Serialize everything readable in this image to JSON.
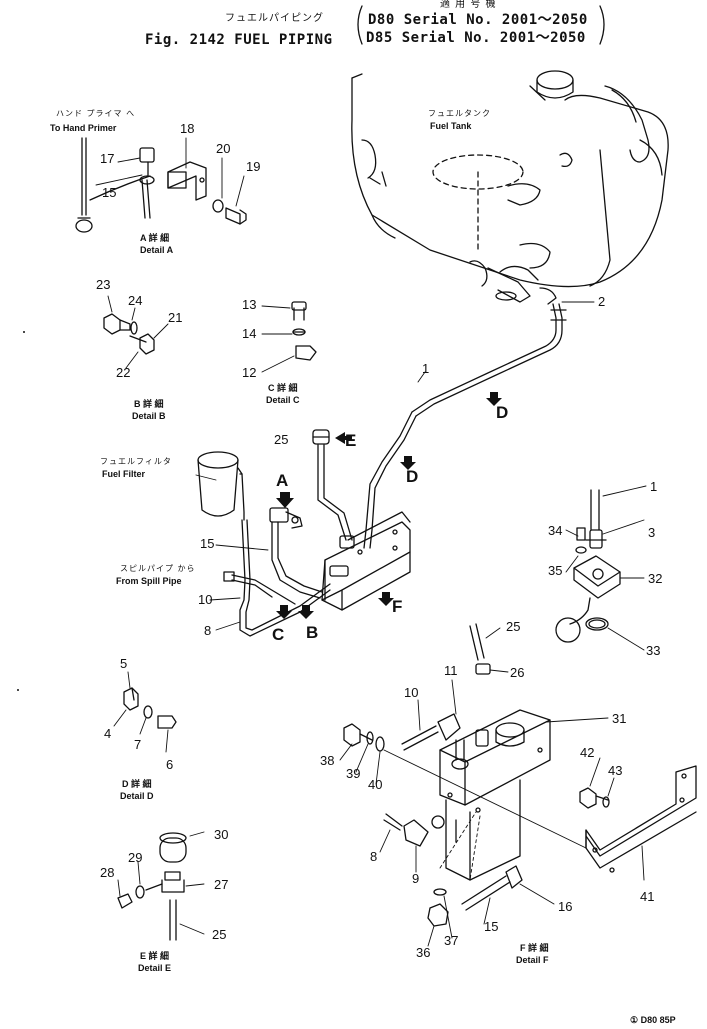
{
  "header": {
    "jp_title": "フュエルパイピング",
    "fig_title": "Fig. 2142  FUEL  PIPING",
    "applicable_jp": "適 用 号 機",
    "serial_d80": "D80  Serial  No.  2001～2050",
    "serial_d85": "D85  Serial  No.  2001～2050"
  },
  "labels": {
    "hand_primer_jp": "ハンド プライマ へ",
    "hand_primer_en": "To Hand  Primer",
    "fuel_tank_jp": "フュエルタンク",
    "fuel_tank_en": "Fuel  Tank",
    "fuel_filter_jp": "フュエルフィルタ",
    "fuel_filter_en": "Fuel  Filter",
    "spill_pipe_jp": "スピルパイプ から",
    "spill_pipe_en": "From  Spill  Pipe"
  },
  "details": {
    "a": {
      "jp": "A  詳  細",
      "en": "Detail  A"
    },
    "b": {
      "jp": "B  詳  細",
      "en": "Detail  B"
    },
    "c": {
      "jp": "C  詳  細",
      "en": "Detail  C"
    },
    "d": {
      "jp": "D  詳  細",
      "en": "Detail  D"
    },
    "e": {
      "jp": "E  詳  細",
      "en": "Detail  E"
    },
    "f": {
      "jp": "F  詳  細",
      "en": "Detail  F"
    }
  },
  "view_letters": {
    "a": "A",
    "b": "B",
    "c": "C",
    "d1": "D",
    "d2": "D",
    "e": "E",
    "f": "F"
  },
  "callouts": {
    "n1a": "1",
    "n1b": "1",
    "n2": "2",
    "n3": "3",
    "n4": "4",
    "n5": "5",
    "n6": "6",
    "n7": "7",
    "n8a": "8",
    "n8b": "8",
    "n9": "9",
    "n10a": "10",
    "n10b": "10",
    "n11": "11",
    "n12": "12",
    "n13": "13",
    "n14": "14",
    "n15a": "15",
    "n15b": "15",
    "n15c": "15",
    "n16": "16",
    "n17": "17",
    "n18": "18",
    "n19": "19",
    "n20": "20",
    "n21": "21",
    "n22": "22",
    "n23": "23",
    "n24": "24",
    "n25a": "25",
    "n25b": "25",
    "n25c": "25",
    "n26": "26",
    "n27": "27",
    "n28": "28",
    "n29": "29",
    "n30": "30",
    "n31": "31",
    "n32": "32",
    "n33": "33",
    "n34": "34",
    "n35": "35",
    "n36": "36",
    "n37": "37",
    "n38": "38",
    "n39": "39",
    "n40": "40",
    "n41": "41",
    "n42": "42",
    "n43": "43"
  },
  "footer": {
    "drawing_code": "① D80 85P"
  }
}
